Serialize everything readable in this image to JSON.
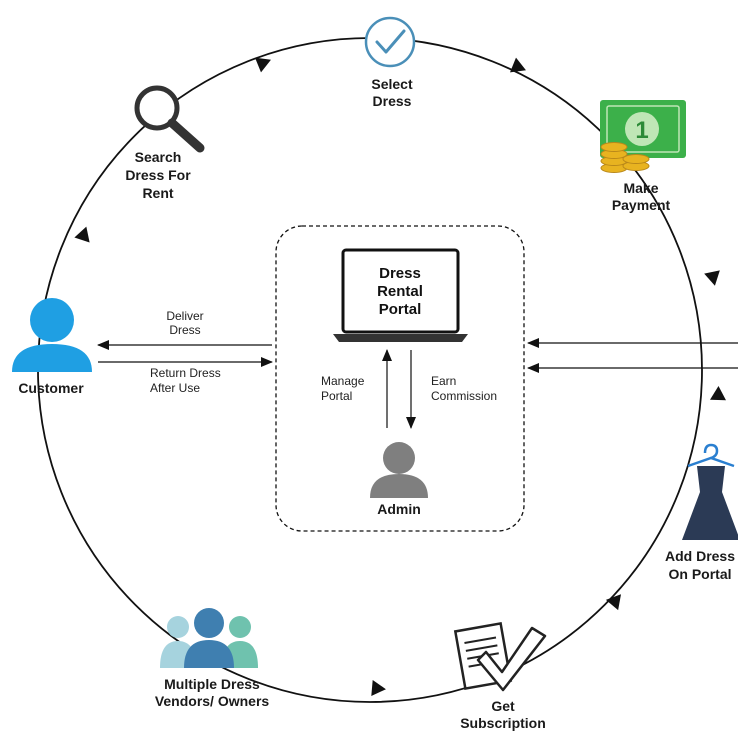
{
  "title": "",
  "nodes": {
    "select_dress": {
      "label": [
        "Select",
        "Dress"
      ],
      "icon": "checkmark-circle-icon"
    },
    "search_dress": {
      "label": [
        "Search",
        "Dress For",
        "Rent"
      ],
      "icon": "magnifier-icon"
    },
    "make_payment": {
      "label": [
        "Make",
        "Payment"
      ],
      "icon": "money-icon"
    },
    "customer": {
      "label": [
        "Customer"
      ],
      "icon": "person-icon"
    },
    "portal": {
      "label": [
        "Dress",
        "Rental",
        "Portal"
      ],
      "icon": "laptop-icon"
    },
    "admin": {
      "label": [
        "Admin"
      ],
      "icon": "person-icon"
    },
    "add_dress": {
      "label": [
        "Add Dress",
        "On Portal"
      ],
      "icon": "dress-on-hanger-icon"
    },
    "get_subscription": {
      "label": [
        "Get",
        "Subscription"
      ],
      "icon": "document-checkmark-icon"
    },
    "vendors": {
      "label": [
        "Multiple Dress",
        "Vendors/ Owners"
      ],
      "icon": "people-group-icon"
    }
  },
  "edges": {
    "deliver": [
      "Deliver",
      "Dress"
    ],
    "return": [
      "Return Dress",
      "After Use"
    ],
    "manage": [
      "Manage",
      "Portal"
    ],
    "earn": [
      "Earn",
      "Commission"
    ]
  },
  "colors": {
    "customer_blue": "#1f9fe3",
    "admin_gray": "#7f7f7f",
    "vendor_dark": "#3f7fb0",
    "vendor_light": "#a6d3de",
    "vendor_green": "#6fc2ae",
    "money_green": "#3cb04a",
    "coin_gold": "#e8b320",
    "dress_navy": "#2b3a55",
    "hanger_blue": "#2a7fd0",
    "check_blue": "#4a8fb8"
  }
}
